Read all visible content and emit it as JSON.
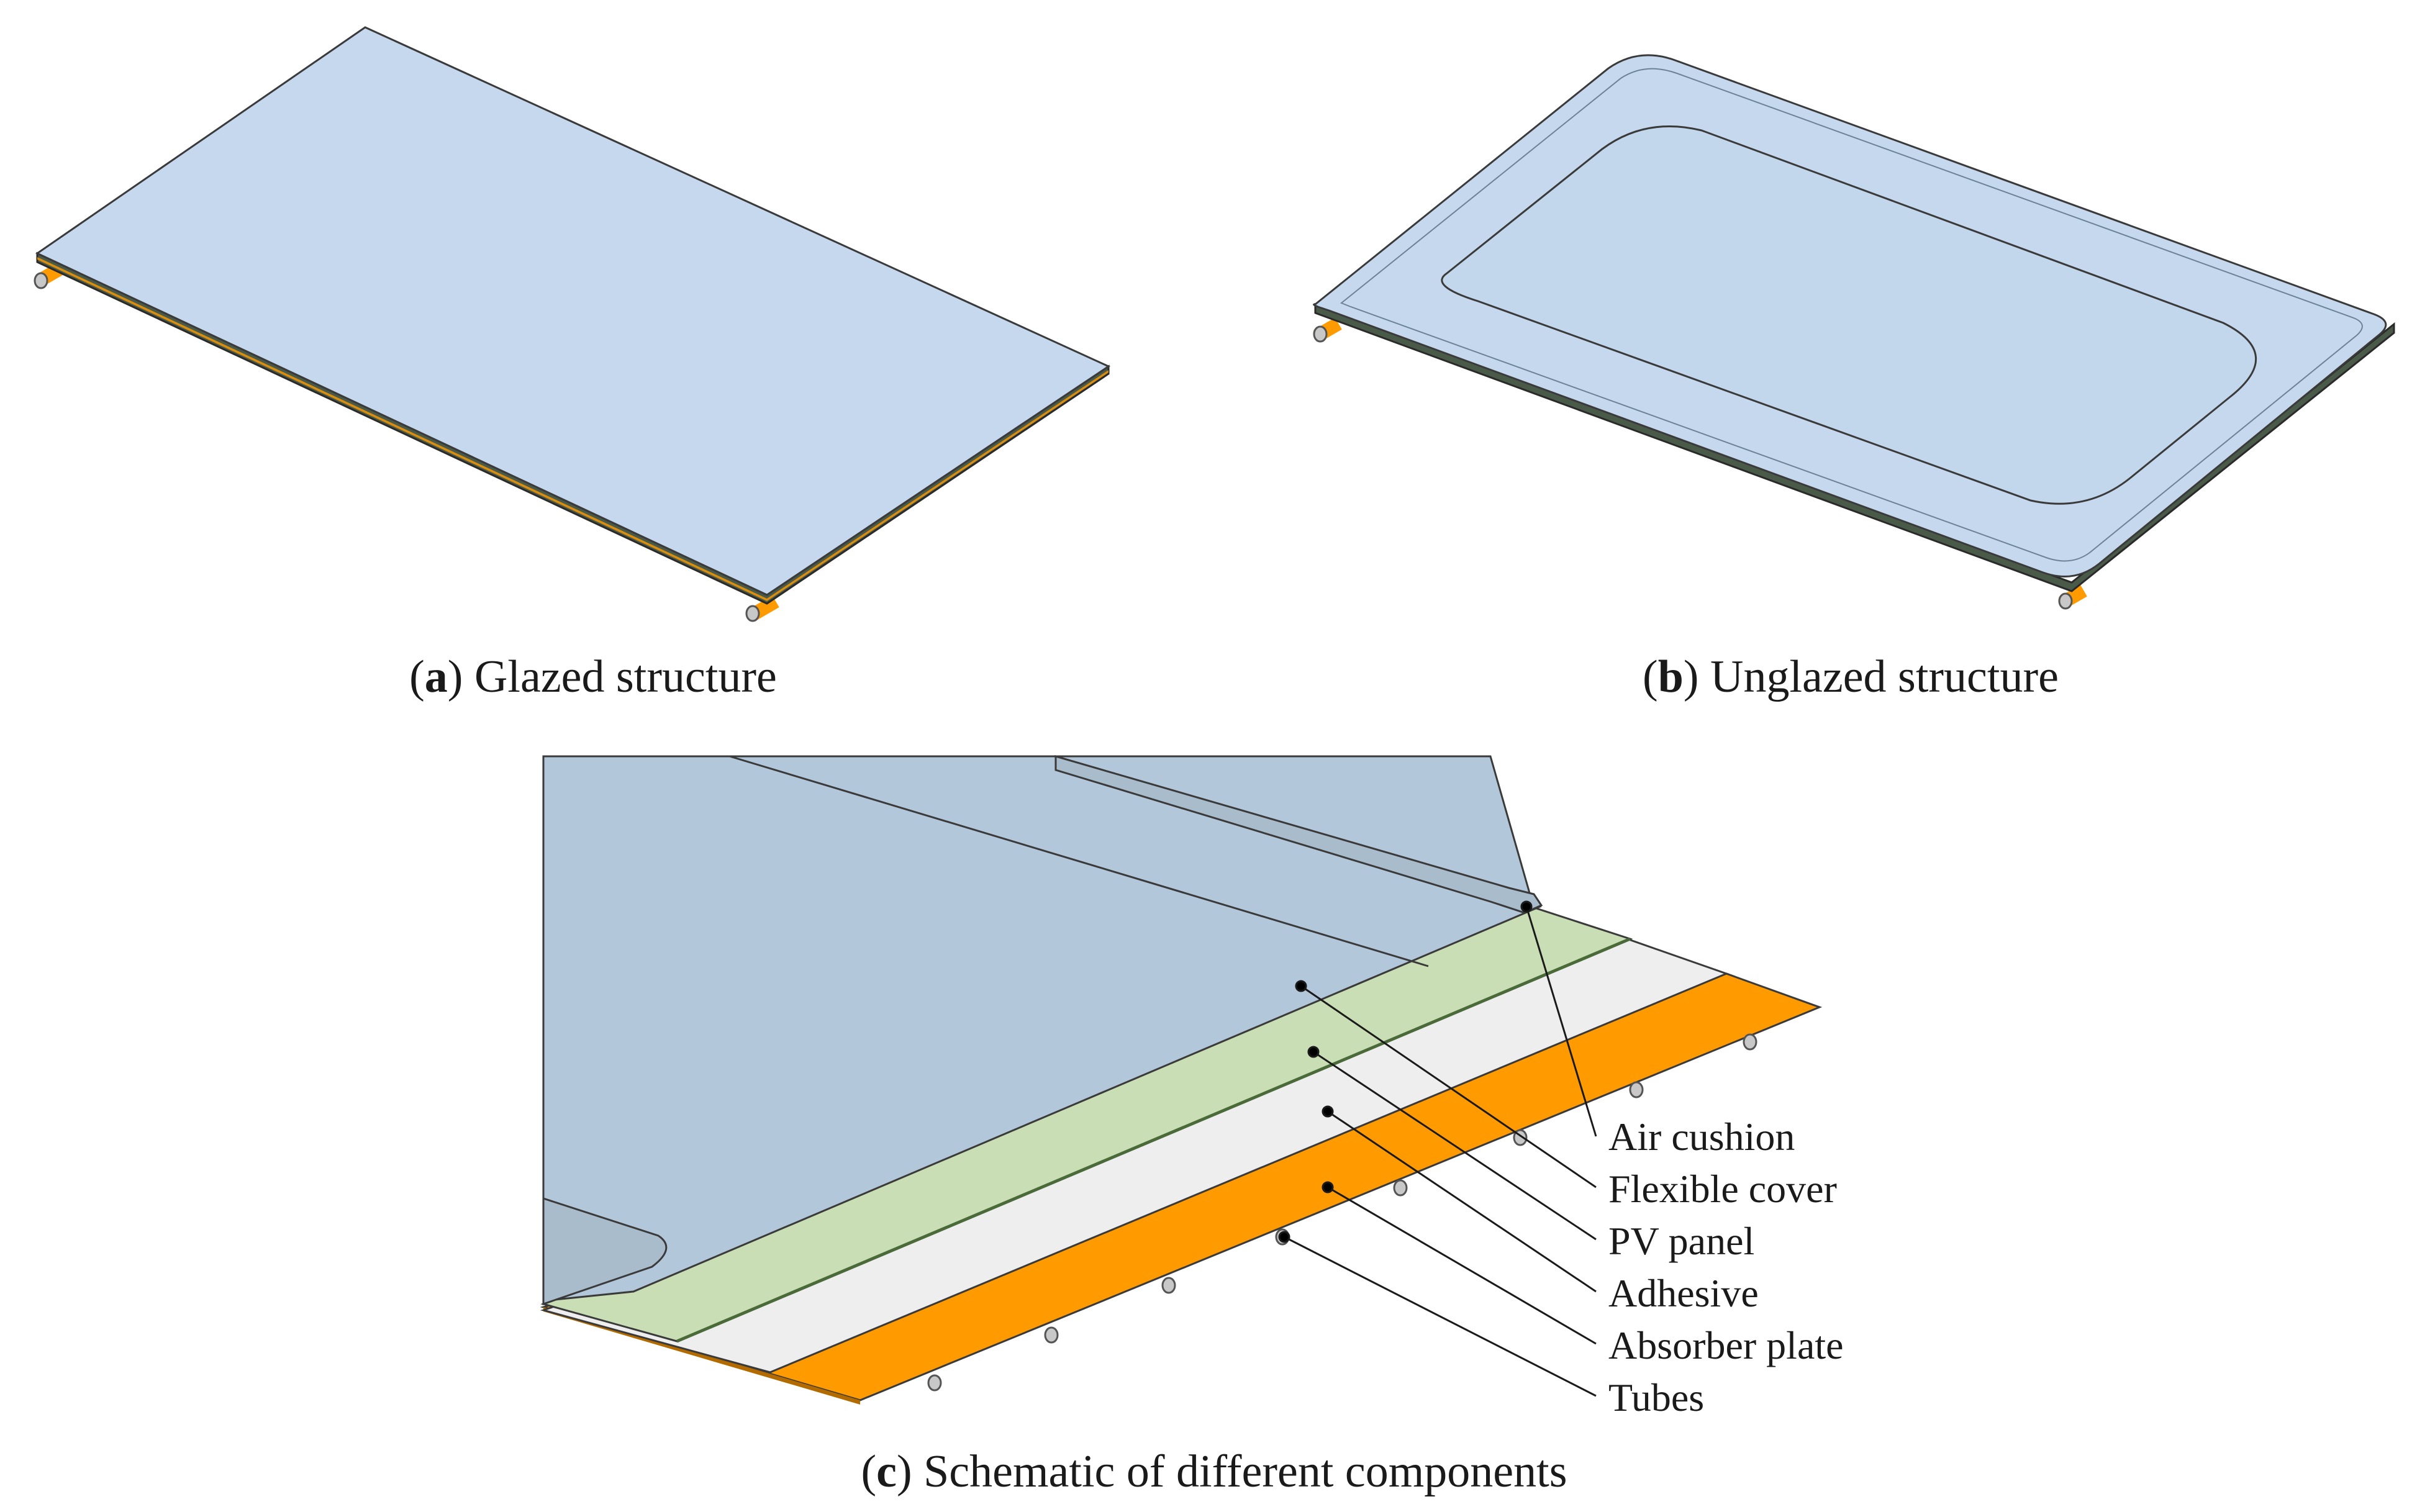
{
  "panels": {
    "a": {
      "letter": "a",
      "caption": "Glazed structure"
    },
    "b": {
      "letter": "b",
      "caption": "Unglazed structure"
    },
    "c": {
      "letter": "c",
      "caption": "Schematic of different components"
    }
  },
  "components": [
    {
      "id": "air-cushion",
      "label": "Air cushion"
    },
    {
      "id": "flexible-cover",
      "label": "Flexible cover"
    },
    {
      "id": "pv-panel",
      "label": "PV panel"
    },
    {
      "id": "adhesive",
      "label": "Adhesive"
    },
    {
      "id": "absorber-plate",
      "label": "Absorber plate"
    },
    {
      "id": "tubes",
      "label": "Tubes"
    }
  ],
  "colors": {
    "glazing": "#c5d8ee",
    "cover_dark": "#b2c7d9",
    "pv": "#c9deb4",
    "adhesive": "#eeeeee",
    "absorber": "#ff9a00",
    "tube": "#c8c8c8",
    "outline": "#3a3a3a"
  }
}
